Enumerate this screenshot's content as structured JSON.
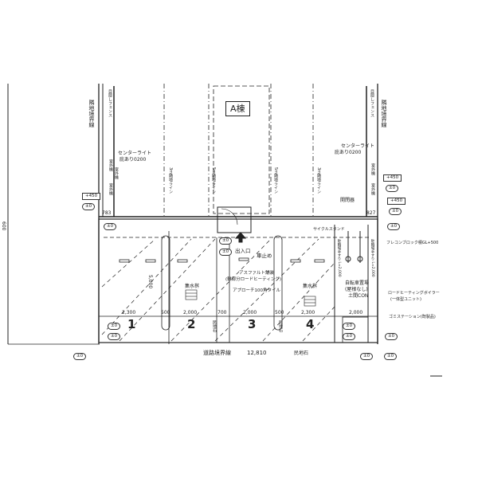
{
  "building": {
    "label": "A棟"
  },
  "boundary": {
    "left": "隣地境界線",
    "right": "隣地境界線",
    "road": "道路境界線",
    "road_length": "12,810"
  },
  "left_side": {
    "fence": "目隠しフェンス",
    "light": "センターライト",
    "light_note": "庇あり0200",
    "vents": [
      "室外機",
      "室外機",
      "室外機"
    ],
    "level": "+450",
    "ground": "±0",
    "dim": "783",
    "dim_600": "600"
  },
  "right_side": {
    "fence": "目隠しフェンス",
    "light": "センターライト",
    "light_note": "庇あり0200",
    "switch": "開閉器",
    "levels": [
      "+450",
      "+450"
    ],
    "grounds": [
      "±0",
      "±0",
      "±0"
    ],
    "dim": "827",
    "vents": [
      "室外機",
      "室外機"
    ]
  },
  "gridlines": [
    "3m隣地ライン",
    "5m隣地ライン",
    "5m隣地ライン",
    "3m隣地ライン"
  ],
  "lot": {
    "entrance": "出入口",
    "wheel_stop": "車止め",
    "paving": "アスファルト舗装",
    "paving_note": "(轍部分ロードヒーティング)",
    "approach": "アプローチ100角タイル",
    "drain": "集水桝",
    "drain2": "集水桝",
    "depth": "5,000",
    "widths": [
      "2,300",
      "500",
      "2,000",
      "700",
      "2,000",
      "500",
      "2,300",
      "2,000"
    ],
    "bays": [
      "1",
      "2",
      "3",
      "4"
    ],
    "curb": "民地石",
    "curb2": "民地石",
    "curb3": "民地石",
    "bicycle": "自転車置場",
    "bicycle_note": "(屋根なし)",
    "bicycle_floor": "土間CON",
    "cycle_stand": "サイクルスタンド",
    "rail_left": "駐輪場手すり L=2,000",
    "rail_right": "駐輪場手すり L=2,000",
    "block": "フレコンブロック積GL+500",
    "boiler": "ロードヒーティングボイラー",
    "boiler_note": "(一体型ユニット)",
    "garbage": "ゴミステーション(既製品)",
    "grounds": [
      "±0",
      "±0",
      "±0",
      "±0",
      "±0",
      "±0",
      "±0",
      "±0",
      "±0",
      "±0",
      "±0"
    ]
  }
}
